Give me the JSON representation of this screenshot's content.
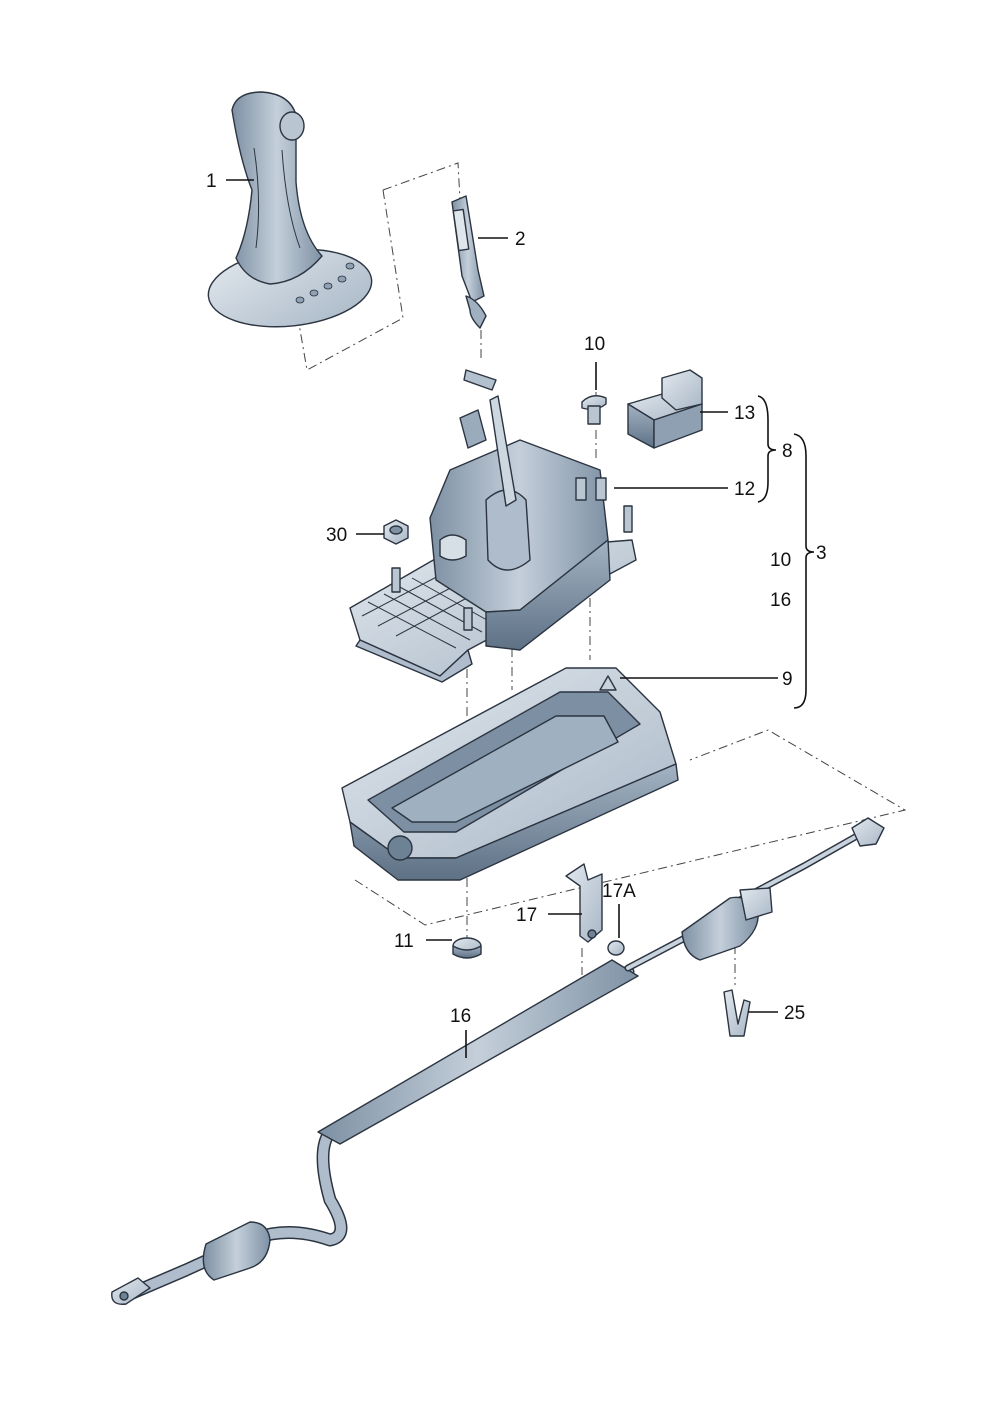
{
  "labels": {
    "p1": "1",
    "p2": "2",
    "p3": "3",
    "p8": "8",
    "p9": "9",
    "p10a": "10",
    "p10b": "10",
    "p11": "11",
    "p12": "12",
    "p13": "13",
    "p16a": "16",
    "p16b": "16",
    "p17": "17",
    "p17a": "17A",
    "p25": "25",
    "p30": "30"
  },
  "colors": {
    "part_light": "#c9d3dd",
    "part_mid": "#9fb0c1",
    "part_dark": "#6e8295",
    "outline": "#2b3440"
  }
}
